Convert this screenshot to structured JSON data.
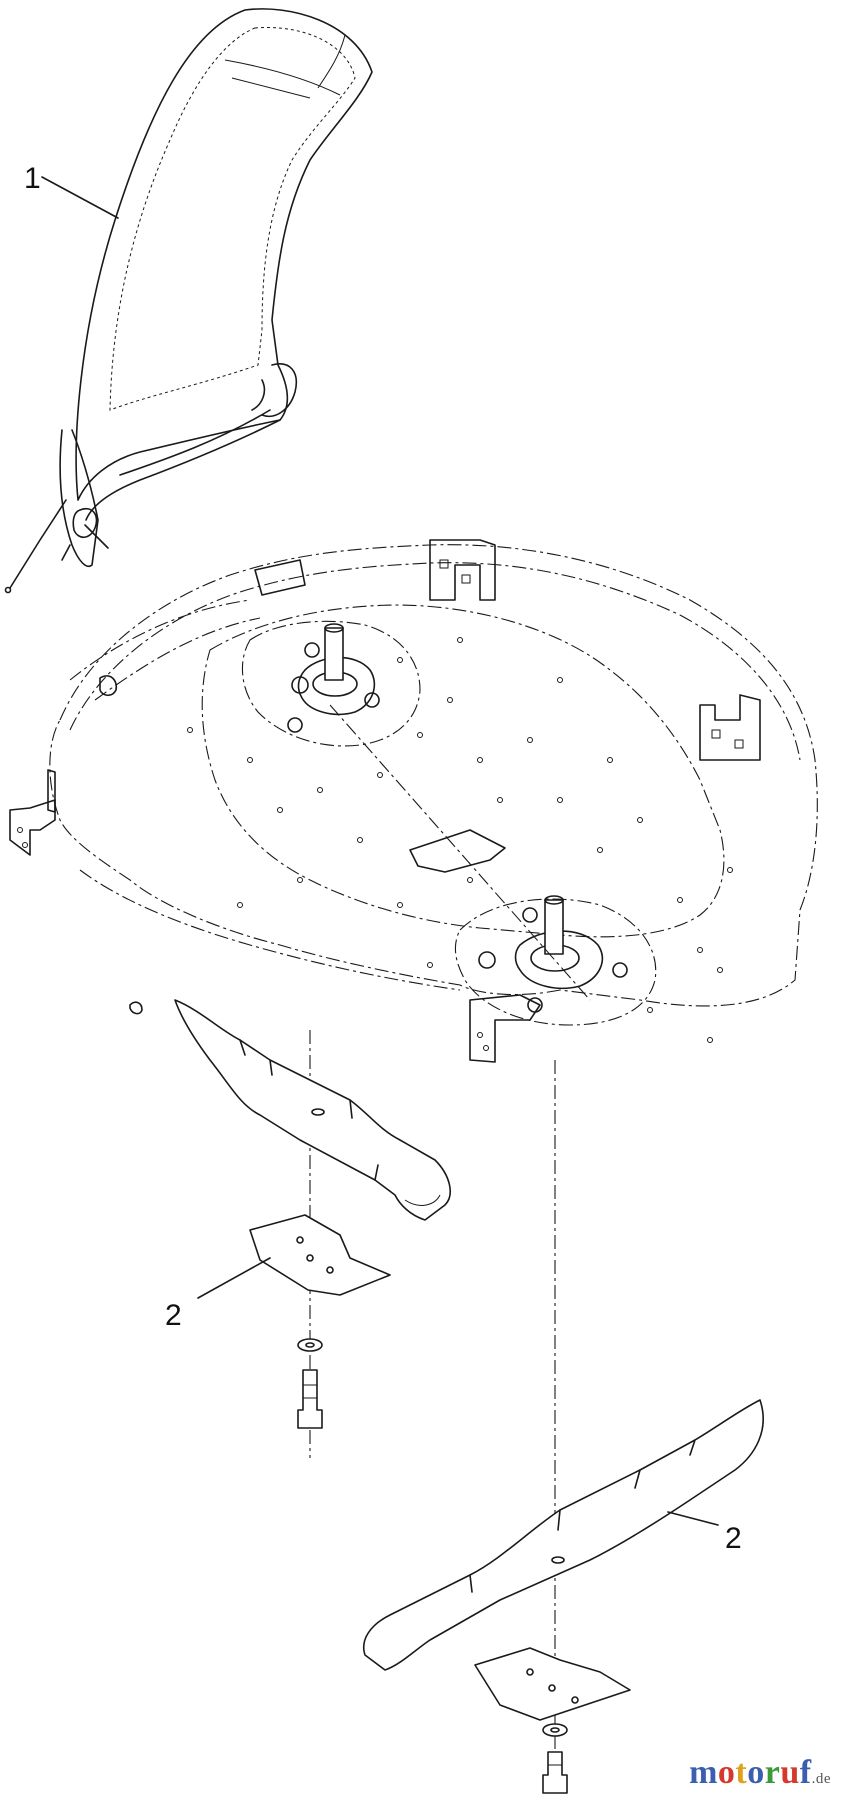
{
  "callouts": [
    {
      "label": "1"
    },
    {
      "label": "2"
    },
    {
      "label": "2"
    }
  ],
  "watermark": {
    "letters": [
      "m",
      "o",
      "t",
      "o",
      "r",
      "u",
      "f"
    ],
    "suffix": ".de",
    "colors": [
      "#3a5fb0",
      "#d4392b",
      "#e0a21c",
      "#3a5fb0",
      "#3a9a3a",
      "#d4392b",
      "#3a5fb0"
    ]
  }
}
